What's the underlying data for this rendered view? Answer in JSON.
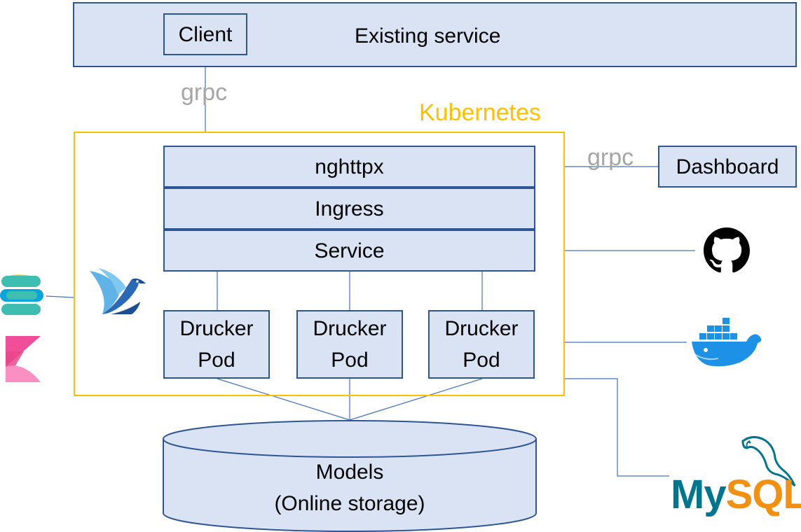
{
  "existing_service": {
    "label": "Existing service",
    "client_label": "Client"
  },
  "connections": {
    "client_protocol": "grpc",
    "dashboard_protocol": "grpc"
  },
  "kubernetes": {
    "label": "Kubernetes",
    "layers": [
      "nghttpx",
      "Ingress",
      "Service"
    ],
    "pods": [
      "Drucker\nPod",
      "Drucker\nPod",
      "Drucker\nPod"
    ]
  },
  "dashboard": {
    "label": "Dashboard"
  },
  "storage": {
    "label": "Models\n(Online storage)"
  },
  "logos": {
    "mysql_text_my": "My",
    "mysql_text_sql": "SQL",
    "icons": [
      "elasticsearch-icon",
      "kibana-icon",
      "fluentd-icon",
      "github-icon",
      "docker-icon",
      "mysql-dolphin-icon"
    ]
  },
  "colors": {
    "box_fill": "#dae3f3",
    "box_border": "#2f5597",
    "kubernetes": "#ffc000",
    "connector": "#4472c4",
    "grpc_text": "#a6a6a6"
  }
}
